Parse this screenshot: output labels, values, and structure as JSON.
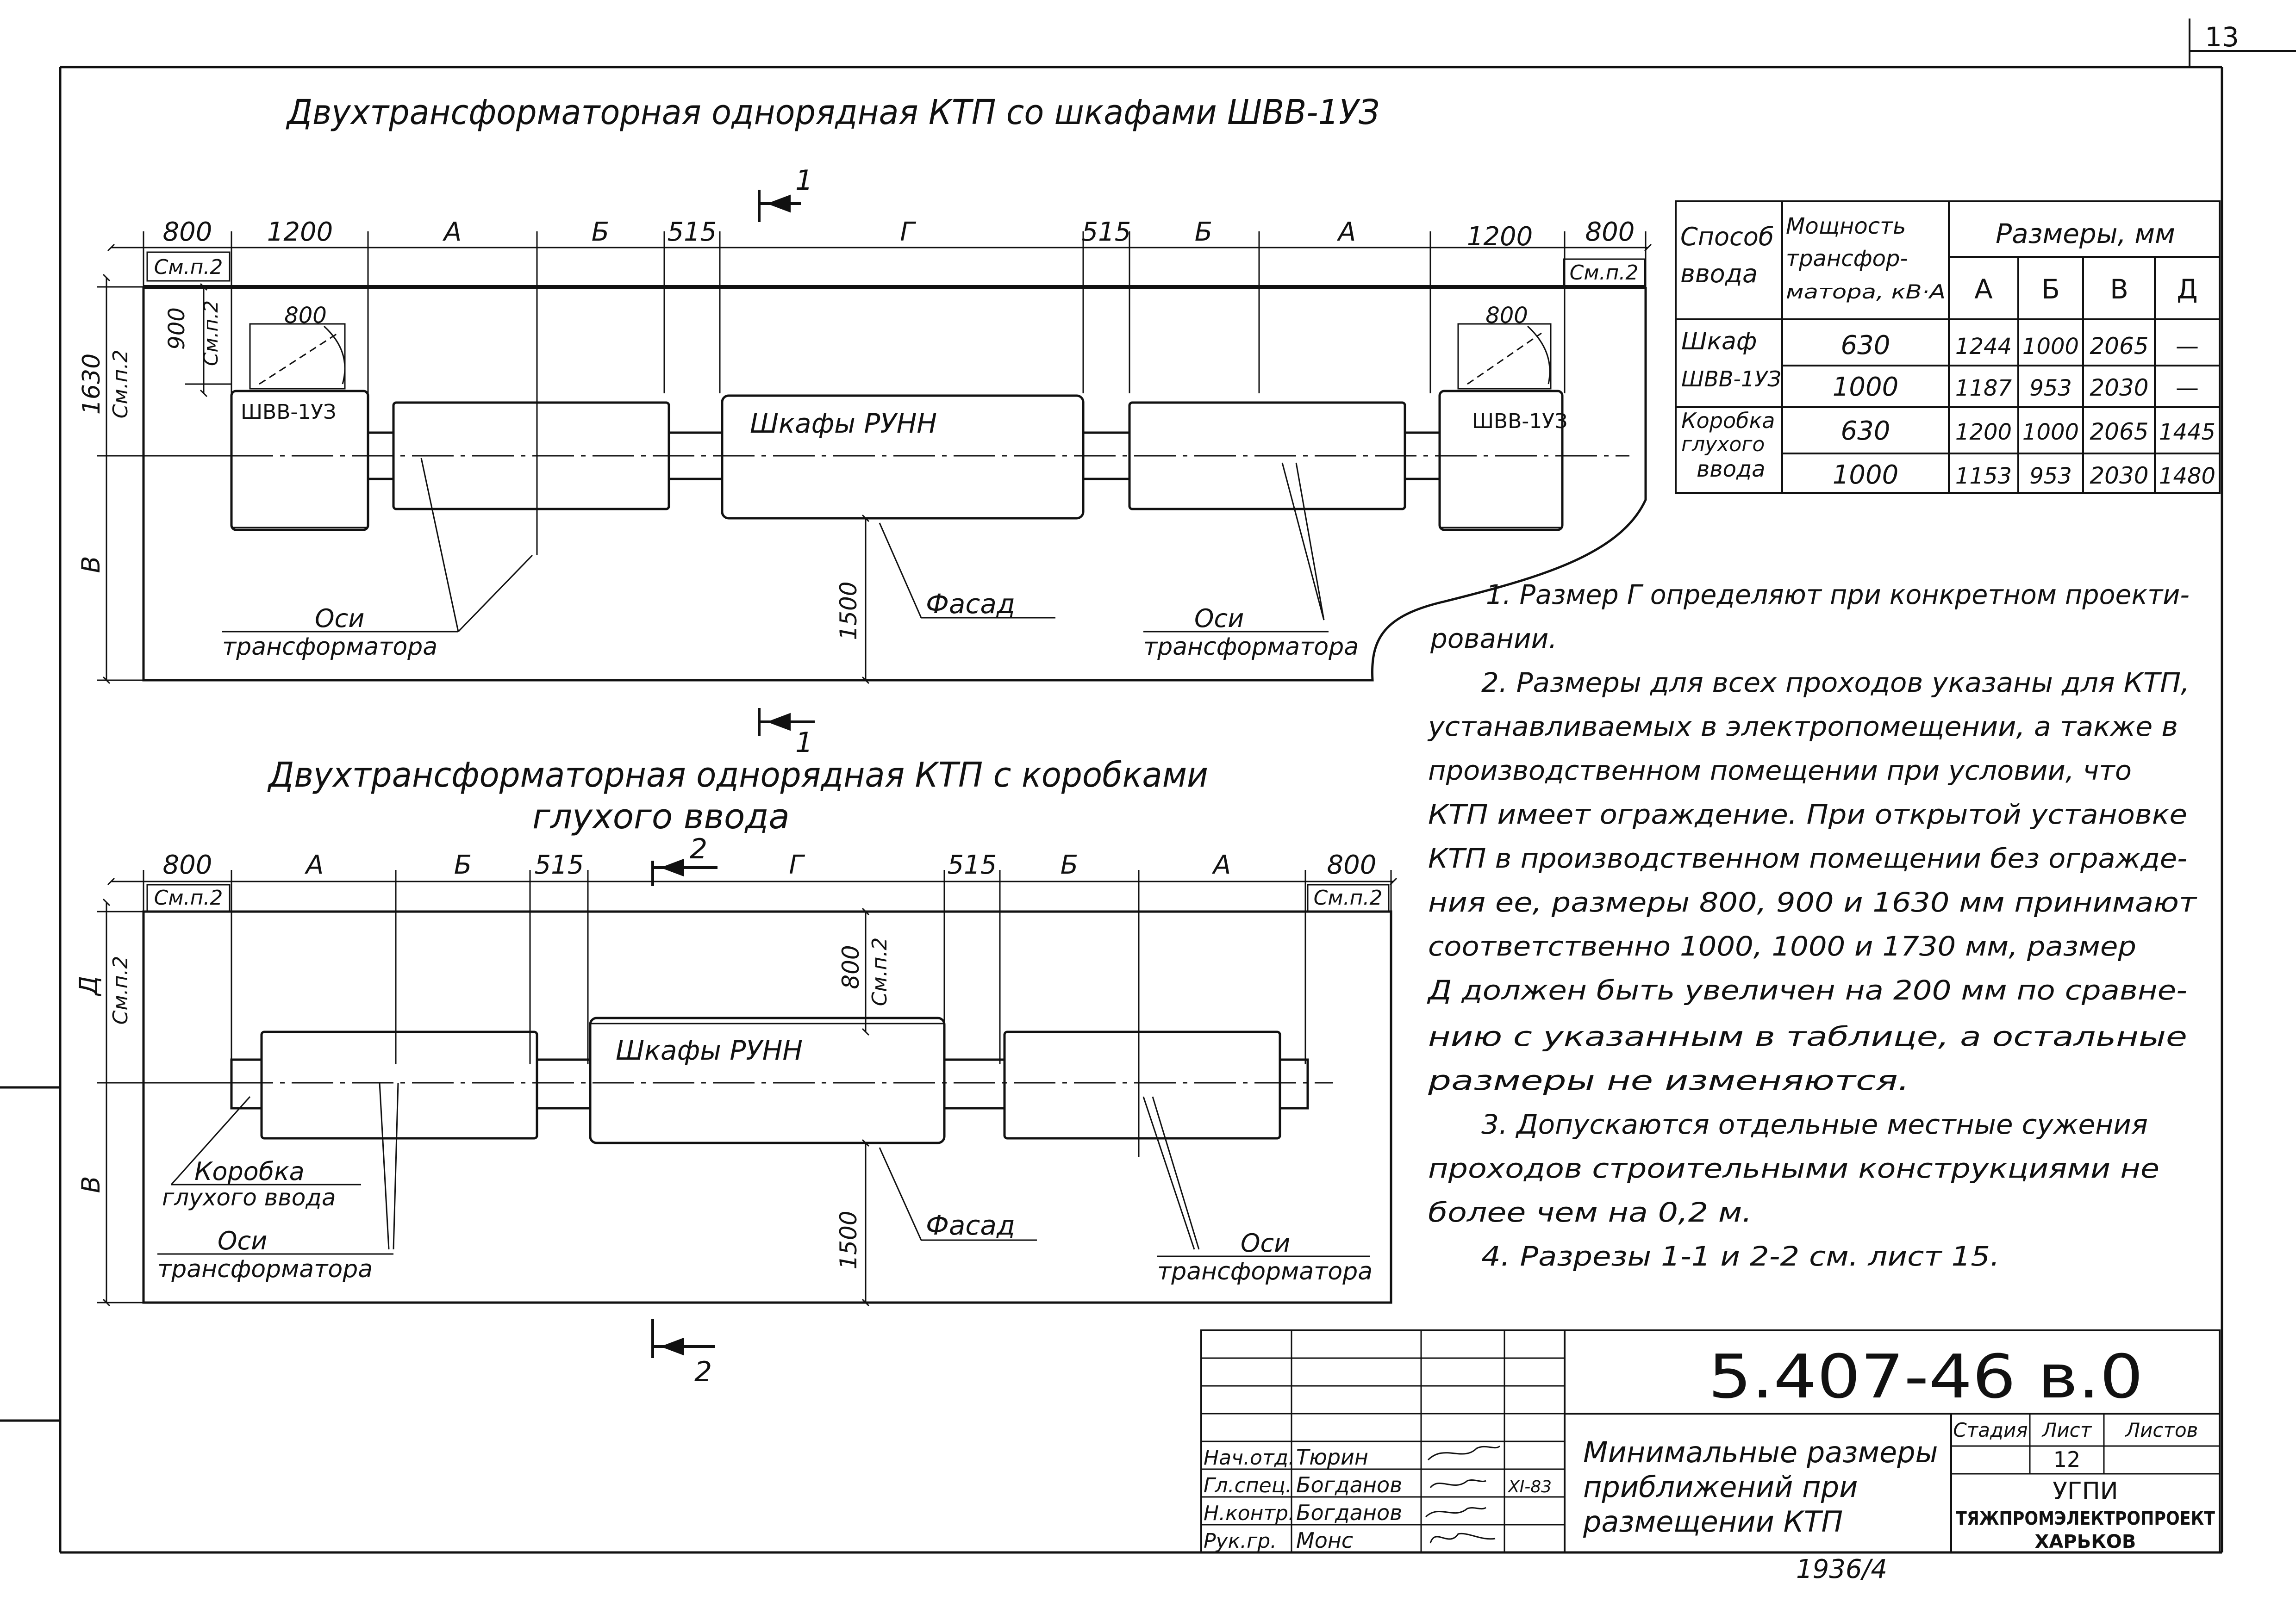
{
  "page_number": "13",
  "sheet_id": "1936/4",
  "top": {
    "title": "Двухтрансформаторная однорядная КТП со шкафами ШВВ-1УЗ",
    "section_mark": "1",
    "dims": [
      "800",
      "1200",
      "А",
      "Б",
      "515",
      "Г",
      "515",
      "Б",
      "А",
      "1200",
      "800"
    ],
    "smp": "См.п.2",
    "left_dim_1630": "1630",
    "left_dim_900": "900",
    "left_dim_B": "В",
    "small_800": "800",
    "box_label_left": "ШВВ-1УЗ",
    "box_label_right": "ШВВ-1УЗ",
    "center_label": "Шкафы РУНН",
    "facade": "Фасад",
    "dim_1500": "1500",
    "axis_label_1": "Оси",
    "axis_label_2": "трансформатора"
  },
  "bottom": {
    "title_line1": "Двухтрансформаторная однорядная КТП с коробками",
    "title_line2": "глухого ввода",
    "section_mark": "2",
    "dims": [
      "800",
      "А",
      "Б",
      "515",
      "Г",
      "515",
      "Б",
      "А",
      "800"
    ],
    "smp": "См.п.2",
    "left_dim_D": "Д",
    "left_dim_B": "В",
    "dim_800": "800",
    "center_label": "Шкафы РУНН",
    "facade": "Фасад",
    "dim_1500": "1500",
    "box_label_1": "Коробка",
    "box_label_2": "глухого ввода",
    "axis_label_1": "Оси",
    "axis_label_2": "трансформатора"
  },
  "table": {
    "h_sposob": [
      "Способ",
      "ввода"
    ],
    "h_power": [
      "Мощность",
      "трансфор-",
      "матора, кВ·А"
    ],
    "h_sizes": "Размеры, мм",
    "cols": [
      "А",
      "Б",
      "В",
      "Д"
    ],
    "groups": [
      {
        "name": [
          "Шкаф",
          "ШВВ-1УЗ"
        ],
        "rows": [
          {
            "power": "630",
            "a": "1244",
            "b": "1000",
            "v": "2065",
            "d": "—"
          },
          {
            "power": "1000",
            "a": "1187",
            "b": "953",
            "v": "2030",
            "d": "—"
          }
        ]
      },
      {
        "name": [
          "Коробка",
          "глухого",
          "ввода"
        ],
        "rows": [
          {
            "power": "630",
            "a": "1200",
            "b": "1000",
            "v": "2065",
            "d": "1445"
          },
          {
            "power": "1000",
            "a": "1153",
            "b": "953",
            "v": "2030",
            "d": "1480"
          }
        ]
      }
    ]
  },
  "notes": [
    "1. Размер Г определяют при конкретном проекти-",
    "ровании.",
    "2. Размеры для всех проходов указаны для КТП,",
    "устанавливаемых в электропомещении, а также в",
    "производственном помещении при условии, что",
    "КТП имеет ограждение. При открытой установке",
    "КТП в производственном помещении без огражде-",
    "ния ее, размеры 800, 900 и 1630 мм принимают",
    "соответственно 1000, 1000 и 1730 мм, размер",
    "Д должен быть увеличен на 200 мм по сравне-",
    "нию с указанным в таблице, а остальные",
    "размеры не изменяются.",
    "3. Допускаются отдельные местные сужения",
    "проходов строительными конструкциями не",
    "более чем на 0,2 м.",
    "4. Разрезы 1-1 и 2-2 см. лист 15."
  ],
  "stamp": {
    "doc_number": "5.407-46 в.0",
    "title": [
      "Минимальные размеры",
      "приближений при",
      "размещении КТП"
    ],
    "roles": [
      "Нач.отд.",
      "Гл.спец.",
      "Н.контр.",
      "Рук.гр."
    ],
    "names": [
      "Тюрин",
      "Богданов",
      "Богданов",
      "Монс"
    ],
    "date": "XI-83",
    "stage_h": "Стадия",
    "sheet_h": "Лист",
    "sheets_h": "Листов",
    "sheet_no": "12",
    "org": [
      "УГПИ",
      "ТЯЖПРОМЭЛЕКТРОПРОЕКТ",
      "ХАРЬКОВ"
    ]
  }
}
